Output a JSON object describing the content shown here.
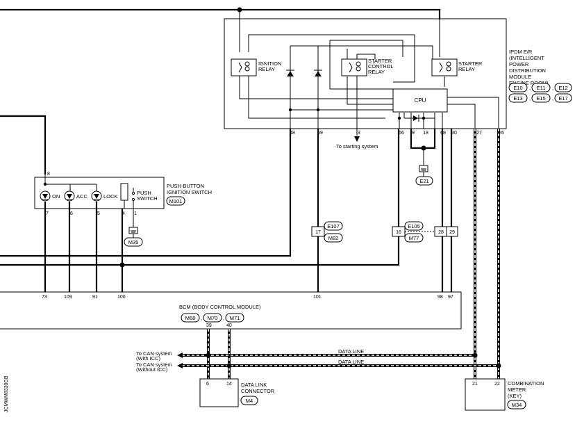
{
  "ipdm": {
    "title_lines": [
      "IPDM E/R",
      "(INTELLIGENT",
      "POWER",
      "DISTRIBUTION",
      "MODULE",
      "ENGINE ROOM)"
    ],
    "connectors": [
      "E10",
      "E11",
      "E12",
      "E13",
      "E15",
      "E17"
    ],
    "ignition_relay": [
      "IGNITION",
      "RELAY"
    ],
    "starter_control_relay": [
      "STARTER",
      "CONTROL",
      "RELAY"
    ],
    "starter_relay": [
      "STARTER",
      "RELAY"
    ],
    "cpu": "CPU",
    "pins": [
      "48",
      "69",
      "3",
      "66",
      "9",
      "18",
      "68",
      "30",
      "27",
      "26"
    ],
    "to_starting_system": "To starting system"
  },
  "ground_e21": "E21",
  "push_switch": {
    "title_lines": [
      "PUSH-BUTTON",
      "IGNITION SWITCH"
    ],
    "connector": "M101",
    "on": "ON",
    "acc": "ACC",
    "lock": "LOCK",
    "push": [
      "PUSH",
      "SWITCH"
    ],
    "pins": {
      "top": "8",
      "on": "7",
      "acc": "6",
      "lock": "5",
      "p4": "4",
      "p1": "1"
    },
    "ground": "M35"
  },
  "joints": {
    "j1": {
      "pin": "17",
      "c1": "E107",
      "c2": "M82"
    },
    "j2": {
      "pin": "16",
      "c1": "E105",
      "c2": "M77"
    },
    "j3": {
      "pins": [
        "28",
        "29"
      ]
    }
  },
  "bcm": {
    "title": "BCM (BODY CONTROL MODULE)",
    "connectors": [
      "M68",
      "M70",
      "M71"
    ],
    "pins_top": [
      "73",
      "109",
      "91",
      "100",
      "101",
      "98",
      "97"
    ],
    "pins_bottom": [
      "39",
      "40"
    ]
  },
  "can": {
    "with_icc": [
      "To CAN system",
      "(With ICC)"
    ],
    "without_icc": [
      "To CAN system",
      "(Without ICC)"
    ],
    "data_line": "DATA LINE"
  },
  "data_link": {
    "title_lines": [
      "DATA LINK",
      "CONNECTOR"
    ],
    "connector": "M4",
    "pins": [
      "6",
      "14"
    ]
  },
  "meter": {
    "title_lines": [
      "COMBINATION",
      "METER",
      "(KEY)"
    ],
    "connector": "M34",
    "pins": [
      "21",
      "22"
    ]
  },
  "side_code": "JCMWM8330GB"
}
